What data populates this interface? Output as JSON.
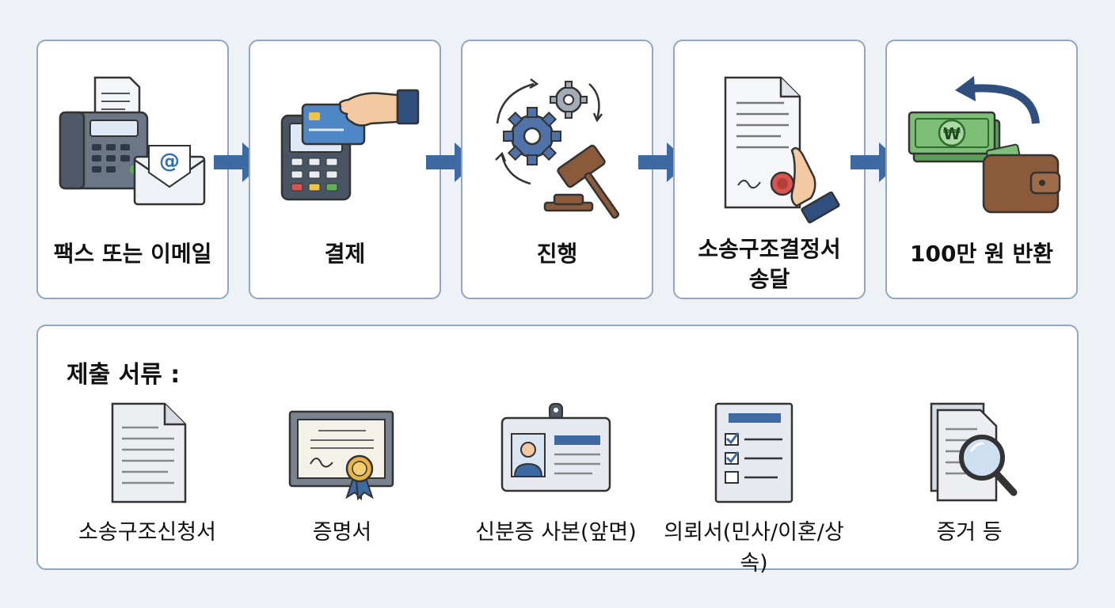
{
  "steps": [
    {
      "label": "팩스 또는 이메일"
    },
    {
      "label": "결제"
    },
    {
      "label": "진행"
    },
    {
      "label": "소송구조결정서\n송달"
    },
    {
      "label": "100만 원 반환"
    }
  ],
  "documents": {
    "title": "제출 서류 :",
    "items": [
      {
        "label": "소송구조신청서"
      },
      {
        "label": "증명서"
      },
      {
        "label": "신분증 사본(앞면)"
      },
      {
        "label": "의뢰서(민사/이혼/상속)"
      },
      {
        "label": "증거 등"
      }
    ]
  },
  "colors": {
    "arrow": "#3d6aa3",
    "border": "#93a6bf",
    "navy": "#2f4f7f",
    "money_green": "#6fb36a",
    "wallet_brown": "#8a5a3b"
  },
  "icons": {
    "step1": "fax-and-email-icon",
    "step2": "card-payment-terminal-icon",
    "step3": "gears-and-gavel-icon",
    "step4": "sealed-document-in-hand-icon",
    "step5": "money-refund-wallet-icon"
  }
}
